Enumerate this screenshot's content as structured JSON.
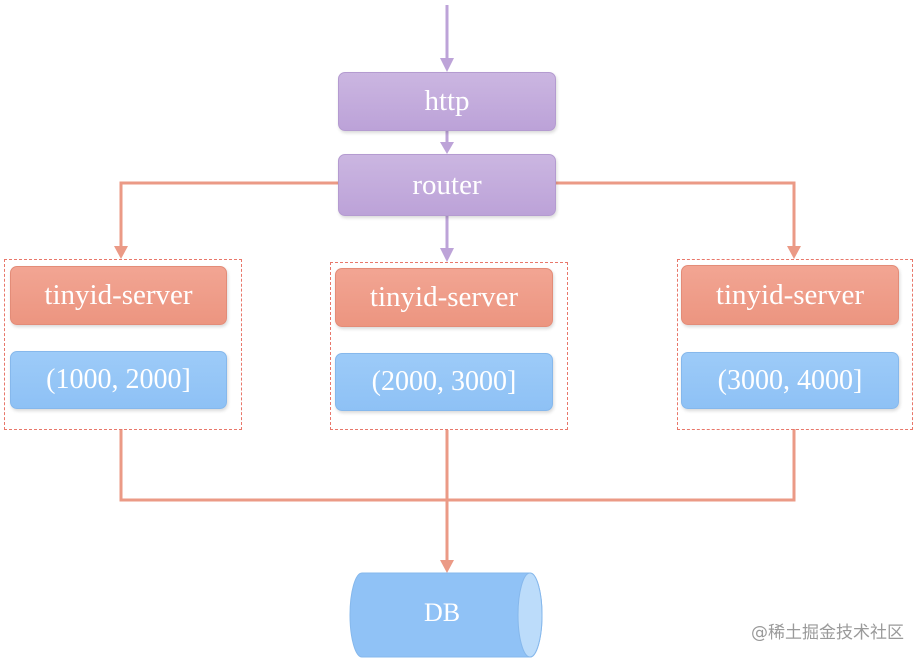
{
  "nodes": {
    "http": "http",
    "router": "router",
    "db": "DB"
  },
  "servers": [
    {
      "label": "tinyid-server",
      "range": "(1000, 2000]"
    },
    {
      "label": "tinyid-server",
      "range": "(2000, 3000]"
    },
    {
      "label": "tinyid-server",
      "range": "(3000, 4000]"
    }
  ],
  "watermark": "@稀土掘金技术社区",
  "colors": {
    "purple": "#c0a6da",
    "salmon": "#ee9a86",
    "blue": "#90c2f6",
    "connector_orange": "#eb9a86",
    "connector_purple": "#bda3d8"
  }
}
